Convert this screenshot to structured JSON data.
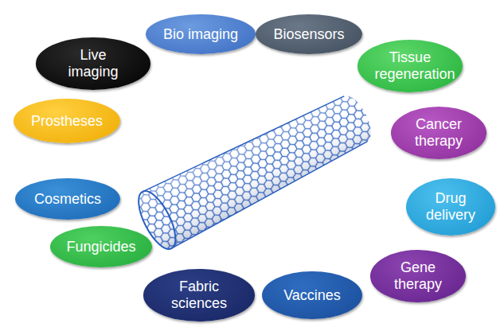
{
  "diagram": {
    "nodes": [
      {
        "text": [
          "Bio imaging"
        ]
      },
      {
        "text": [
          "Biosensors"
        ]
      },
      {
        "text": [
          "Live imaging"
        ]
      },
      {
        "text": [
          "Tissue regeneration"
        ]
      },
      {
        "text": [
          "Prostheses"
        ]
      },
      {
        "text": [
          "Cancer therapy"
        ]
      },
      {
        "text": [
          "Cosmetics"
        ]
      },
      {
        "text": [
          "Drug delivery"
        ]
      },
      {
        "text": [
          "Fungicides"
        ]
      },
      {
        "text": [
          "Gene therapy"
        ]
      },
      {
        "text": [
          "Fabric sciences"
        ]
      },
      {
        "text": [
          "Vaccines"
        ]
      }
    ]
  }
}
